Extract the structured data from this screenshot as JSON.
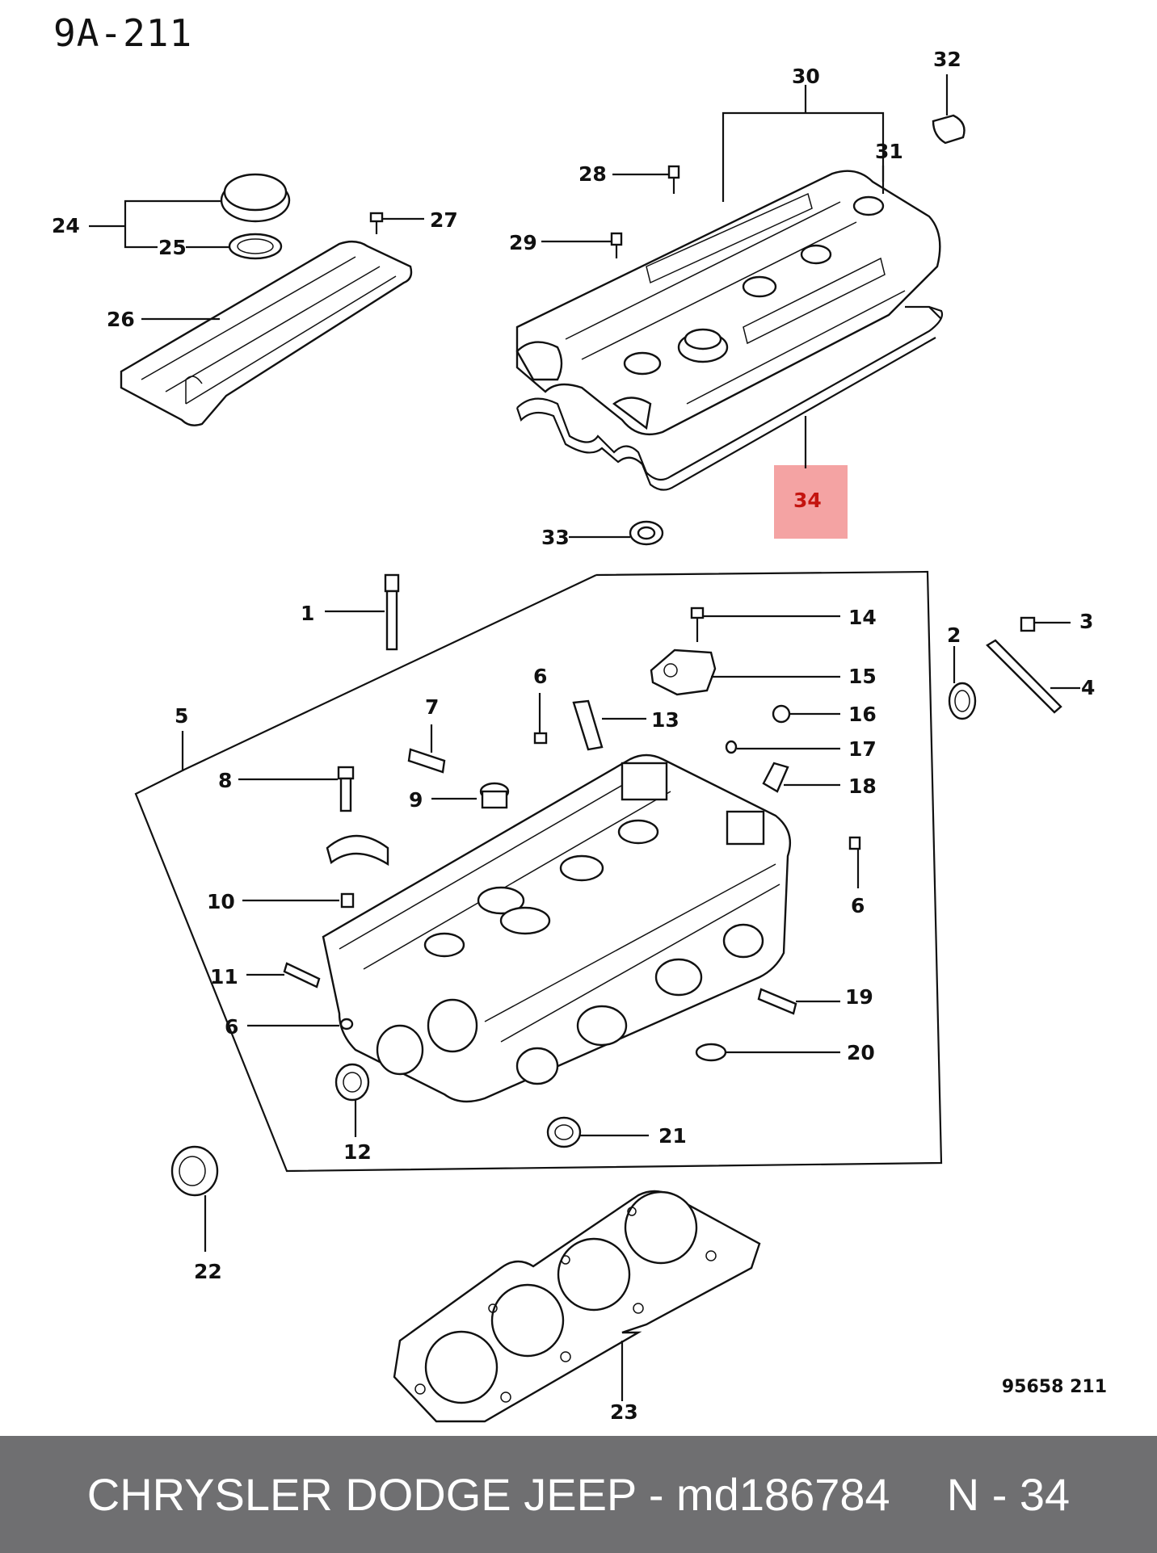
{
  "header": {
    "page_code": "9A-211"
  },
  "footer": {
    "reference_code": "95658  211"
  },
  "highlight": {
    "part_number": "34",
    "color": "#f4a3a3"
  },
  "callouts": [
    "1",
    "2",
    "3",
    "4",
    "5",
    "6",
    "6",
    "6",
    "7",
    "8",
    "9",
    "10",
    "11",
    "12",
    "13",
    "14",
    "15",
    "16",
    "17",
    "18",
    "19",
    "20",
    "21",
    "22",
    "23",
    "24",
    "25",
    "26",
    "27",
    "28",
    "29",
    "30",
    "31",
    "32",
    "33",
    "34"
  ],
  "banner": {
    "background": "#6f6f71",
    "brand_part": "CHRYSLER DODGE JEEP - md186784",
    "callout_ref": "N - 34"
  }
}
